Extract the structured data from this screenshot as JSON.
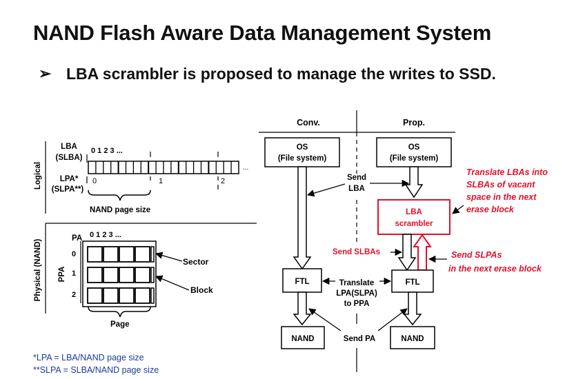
{
  "title": "NAND Flash Aware Data Management System",
  "bullet": {
    "marker": "➢",
    "text": "LBA scrambler is proposed to manage the writes to SSD."
  },
  "colors": {
    "highlight": "#e0102a",
    "dark": "#000000",
    "footnote": "#1a3a9a"
  },
  "left_panel": {
    "logical_label": "Logical",
    "physical_label": "Physical (NAND)",
    "lba_label_line1": "LBA",
    "lba_label_line2": "(SLBA)",
    "lba_ticks": "0 1 2 3 ...",
    "ellipsis": "...",
    "lpa_label_line1": "LPA*",
    "lpa_label_line2": "(SLPA**)",
    "lpa_index_0": "0",
    "lpa_index_1": "1",
    "lpa_index_2": "2",
    "page_size_label": "NAND page size",
    "pa_label": "PA",
    "pa_ticks": "0 1 2 3 ...",
    "ppa_label": "PPA",
    "block_index_0": "0",
    "block_index_1": "1",
    "block_index_2": "2",
    "sector_label": "Sector",
    "block_label": "Block",
    "page_label": "Page"
  },
  "right_panel": {
    "conv_header": "Conv.",
    "prop_header": "Prop.",
    "os_line1": "OS",
    "os_line2": "(File system)",
    "send_lba_line1": "Send",
    "send_lba_line2": "LBA",
    "scrambler_line1": "LBA",
    "scrambler_line2": "scrambler",
    "send_slbas": "Send SLBAs",
    "ftl": "FTL",
    "translate_line1": "Translate",
    "translate_line2": "LPA(SLPA)",
    "translate_line3": "to PPA",
    "nand": "NAND",
    "send_pa": "Send PA",
    "note_translate": [
      "Translate LBAs into",
      "SLBAs of vacant",
      "space in the next",
      "erase block"
    ],
    "note_send_slpas": [
      "Send SLPAs",
      "in the next erase block"
    ]
  },
  "footnotes": [
    "*LPA = LBA/NAND page size",
    "**SLPA = SLBA/NAND page size"
  ]
}
